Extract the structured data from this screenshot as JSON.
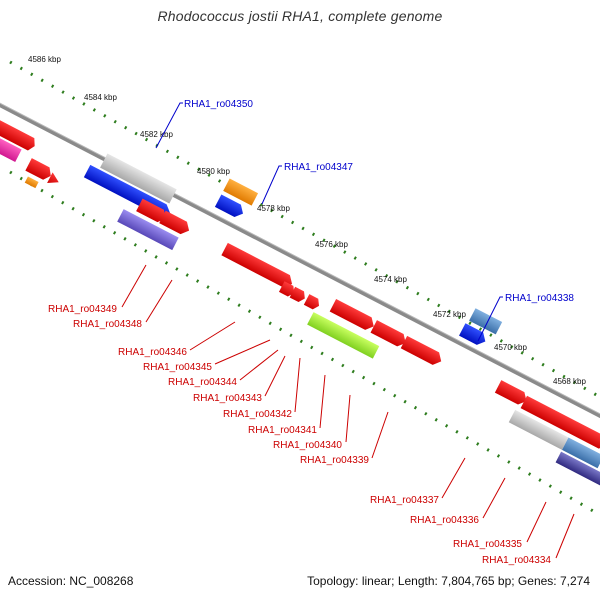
{
  "title": "Rhodococcus jostii RHA1, complete genome",
  "footer": {
    "accession": "Accession: NC_008268",
    "summary": "Topology: linear; Length: 7,804,765 bp; Genes: 7,274"
  },
  "colors": {
    "genome_line": "#808080",
    "scale_dots": "#2e7d1e",
    "forward_label": "#0000cc",
    "reverse_label": "#cc0000"
  },
  "kbp_ticks": [
    "4586 kbp",
    "4584 kbp",
    "4582 kbp",
    "4580 kbp",
    "4578 kbp",
    "4576 kbp",
    "4574 kbp",
    "4572 kbp",
    "4570 kbp",
    "4568 kbp"
  ],
  "forward_labels": [
    "RHA1_ro04350",
    "RHA1_ro04347",
    "RHA1_ro04338"
  ],
  "reverse_labels": [
    "RHA1_ro04349",
    "RHA1_ro04348",
    "RHA1_ro04346",
    "RHA1_ro04345",
    "RHA1_ro04344",
    "RHA1_ro04343",
    "RHA1_ro04342",
    "RHA1_ro04341",
    "RHA1_ro04340",
    "RHA1_ro04339",
    "RHA1_ro04337",
    "RHA1_ro04336",
    "RHA1_ro04335",
    "RHA1_ro04334"
  ]
}
